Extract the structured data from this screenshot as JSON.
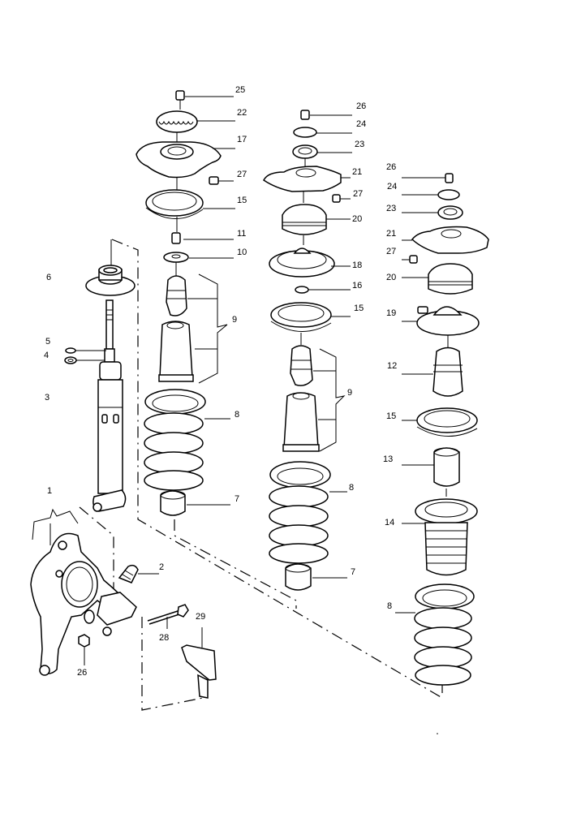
{
  "diagram": {
    "type": "exploded-parts-diagram",
    "subject": "Front suspension strut assembly",
    "colors": {
      "line": "#000000",
      "background": "#ffffff"
    },
    "callouts": [
      {
        "id": "c1",
        "label": "1"
      },
      {
        "id": "c2",
        "label": "2"
      },
      {
        "id": "c3",
        "label": "3"
      },
      {
        "id": "c4",
        "label": "4"
      },
      {
        "id": "c5",
        "label": "5"
      },
      {
        "id": "c6",
        "label": "6"
      },
      {
        "id": "c7a",
        "label": "7"
      },
      {
        "id": "c7b",
        "label": "7"
      },
      {
        "id": "c8a",
        "label": "8"
      },
      {
        "id": "c8b",
        "label": "8"
      },
      {
        "id": "c8c",
        "label": "8"
      },
      {
        "id": "c9a",
        "label": "9"
      },
      {
        "id": "c9b",
        "label": "9"
      },
      {
        "id": "c10",
        "label": "10"
      },
      {
        "id": "c11",
        "label": "11"
      },
      {
        "id": "c12",
        "label": "12"
      },
      {
        "id": "c13",
        "label": "13"
      },
      {
        "id": "c14",
        "label": "14"
      },
      {
        "id": "c15a",
        "label": "15"
      },
      {
        "id": "c15b",
        "label": "15"
      },
      {
        "id": "c15c",
        "label": "15"
      },
      {
        "id": "c16",
        "label": "16"
      },
      {
        "id": "c17",
        "label": "17"
      },
      {
        "id": "c18",
        "label": "18"
      },
      {
        "id": "c19",
        "label": "19"
      },
      {
        "id": "c20a",
        "label": "20"
      },
      {
        "id": "c20b",
        "label": "20"
      },
      {
        "id": "c21a",
        "label": "21"
      },
      {
        "id": "c21b",
        "label": "21"
      },
      {
        "id": "c22",
        "label": "22"
      },
      {
        "id": "c23a",
        "label": "23"
      },
      {
        "id": "c23b",
        "label": "23"
      },
      {
        "id": "c24a",
        "label": "24"
      },
      {
        "id": "c24b",
        "label": "24"
      },
      {
        "id": "c25",
        "label": "25"
      },
      {
        "id": "c26a",
        "label": "26"
      },
      {
        "id": "c26b",
        "label": "26"
      },
      {
        "id": "c26c",
        "label": "26"
      },
      {
        "id": "c27a",
        "label": "27"
      },
      {
        "id": "c27b",
        "label": "27"
      },
      {
        "id": "c27c",
        "label": "27"
      },
      {
        "id": "c28",
        "label": "28"
      },
      {
        "id": "c29",
        "label": "29"
      }
    ]
  }
}
